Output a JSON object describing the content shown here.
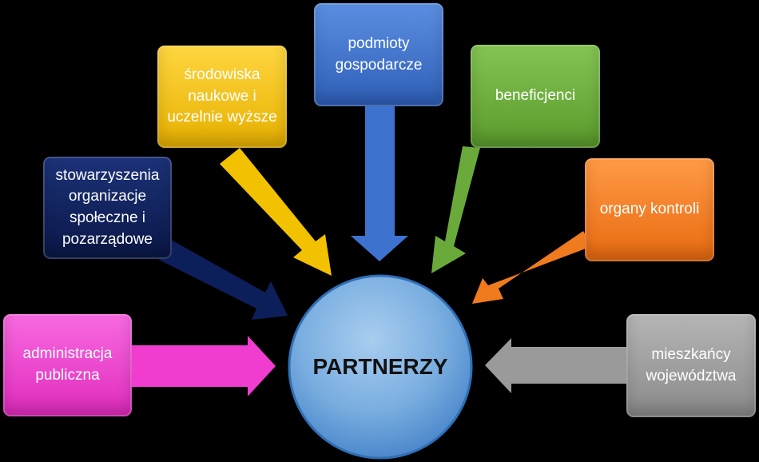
{
  "center": {
    "label": "PARTNERZY"
  },
  "partners": [
    {
      "id": "administracja",
      "label": "administracja\npubliczna",
      "color": "#f03ccf"
    },
    {
      "id": "stowarzyszenia",
      "label": "stowarzyszenia\norganizacje\nspołeczne i\npozarządowe",
      "color": "#0d1f5a"
    },
    {
      "id": "srodowiska",
      "label": "środowiska\nnaukowe i\nuczelnie wyższe",
      "color": "#f2c200"
    },
    {
      "id": "podmioty",
      "label": "podmioty\ngospodarcze",
      "color": "#3d72cf"
    },
    {
      "id": "beneficjenci",
      "label": "beneficjenci",
      "color": "#6aaa3a"
    },
    {
      "id": "organy",
      "label": "organy kontroli",
      "color": "#f07a1e"
    },
    {
      "id": "mieszkancy",
      "label": "mieszkańcy\nwojewództwa",
      "color": "#9a9a9a"
    }
  ]
}
